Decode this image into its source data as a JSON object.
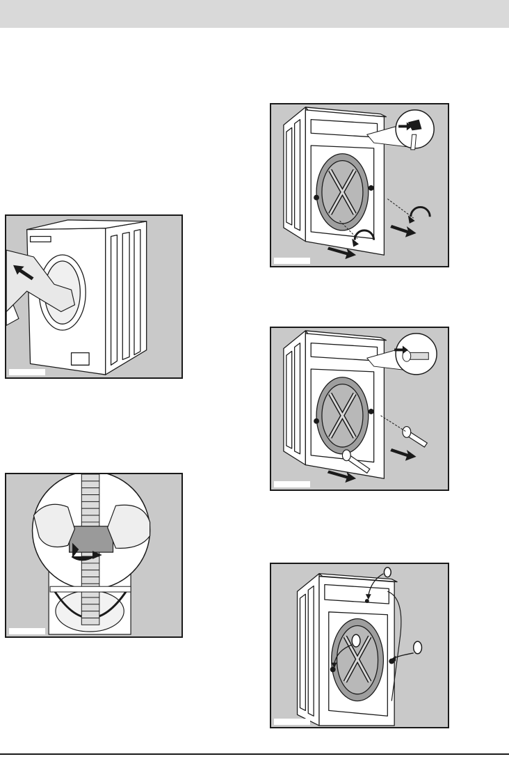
{
  "page": {
    "header_bar": "",
    "figures": [
      {
        "id": "fig-1",
        "subject": "door-and-drum"
      },
      {
        "id": "fig-2",
        "subject": "drain-hose-clip"
      },
      {
        "id": "fig-3",
        "subject": "transit-bolts-unscrew"
      },
      {
        "id": "fig-4",
        "subject": "transit-bolts-remove"
      },
      {
        "id": "fig-5",
        "subject": "hole-caps-insert"
      }
    ]
  },
  "colors": {
    "figure_background": "#c9c9c9",
    "line_art": "#1a1a1a",
    "machine_fill": "#ffffff",
    "header_bar": "#d9d9d9"
  }
}
